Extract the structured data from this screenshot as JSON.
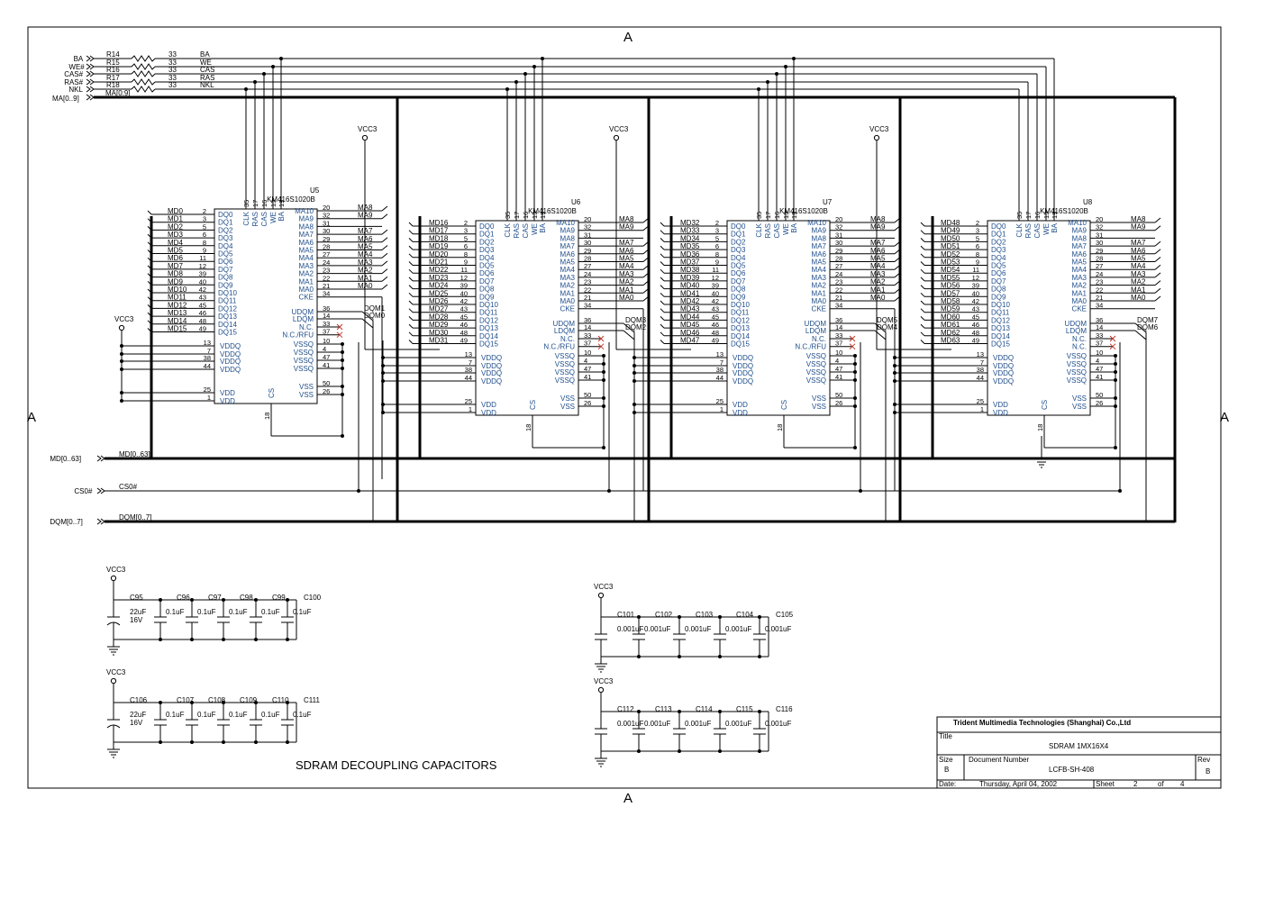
{
  "zone_marker": "A",
  "vcc_label": "VCC3",
  "left_inputs": [
    {
      "name": "BA",
      "res": "R14",
      "val": "33",
      "net": "BA"
    },
    {
      "name": "WE#",
      "res": "R15",
      "val": "33",
      "net": "WE"
    },
    {
      "name": "CAS#",
      "res": "R16",
      "val": "33",
      "net": "CAS"
    },
    {
      "name": "RAS#",
      "res": "R17",
      "val": "33",
      "net": "RAS"
    },
    {
      "name": "NKL",
      "res": "R18",
      "val": "33",
      "net": "NKL"
    }
  ],
  "ma_bus": {
    "port": "MA[0..9]",
    "net": "MA[0:9]"
  },
  "bottom_ports": [
    {
      "port": "MD[0..63]",
      "net": "MD[0..63]"
    },
    {
      "port": "CS0#",
      "net": "CS0#"
    },
    {
      "port": "DQM[0..7]",
      "net": "DQM[0..7]"
    }
  ],
  "chips": [
    {
      "ref": "U5",
      "part": "KM416S1020B",
      "md_start": 0,
      "dqm_hi": "DQM1",
      "dqm_lo": "DQM0"
    },
    {
      "ref": "U6",
      "part": "KM416S1020B",
      "md_start": 16,
      "dqm_hi": "DQM3",
      "dqm_lo": "DQM2"
    },
    {
      "ref": "U7",
      "part": "KM416S1020B",
      "md_start": 32,
      "dqm_hi": "DQM5",
      "dqm_lo": "DQM4"
    },
    {
      "ref": "U8",
      "part": "KM416S1020B",
      "md_start": 48,
      "dqm_hi": "DQM7",
      "dqm_lo": "DQM6"
    }
  ],
  "chip_pins": {
    "dq_nums": [
      "2",
      "3",
      "5",
      "6",
      "8",
      "9",
      "11",
      "12",
      "39",
      "40",
      "42",
      "43",
      "45",
      "46",
      "48",
      "49"
    ],
    "ctrl": [
      {
        "num": "35",
        "name": "CLK"
      },
      {
        "num": "17",
        "name": "RAS"
      },
      {
        "num": "16",
        "name": "CAS"
      },
      {
        "num": "15",
        "name": "WE"
      },
      {
        "num": "19",
        "name": "BA"
      }
    ],
    "right": [
      {
        "name": "MA10",
        "num": "20",
        "net": "MA8"
      },
      {
        "name": "MA9",
        "num": "32",
        "net": "MA9"
      },
      {
        "name": "MA8",
        "num": "31",
        "net": ""
      },
      {
        "name": "MA7",
        "num": "30",
        "net": "MA7"
      },
      {
        "name": "MA6",
        "num": "29",
        "net": "MA6"
      },
      {
        "name": "MA5",
        "num": "28",
        "net": "MA5"
      },
      {
        "name": "MA4",
        "num": "27",
        "net": "MA4"
      },
      {
        "name": "MA3",
        "num": "24",
        "net": "MA3"
      },
      {
        "name": "MA2",
        "num": "23",
        "net": "MA2"
      },
      {
        "name": "MA1",
        "num": "22",
        "net": "MA1"
      },
      {
        "name": "MA0",
        "num": "21",
        "net": "MA0"
      },
      {
        "name": "CKE",
        "num": "34",
        "net": ""
      }
    ],
    "dqm_pins": [
      {
        "name": "UDQM",
        "num": "36"
      },
      {
        "name": "LDQM",
        "num": "14"
      }
    ],
    "nc_pins": [
      {
        "name": "N.C.",
        "num": "33"
      },
      {
        "name": "N.C./RFU",
        "num": "37"
      }
    ],
    "nc_pins_u8": [
      {
        "name": "N.C.",
        "num": "33"
      },
      {
        "name": "N.C.",
        "num": "37"
      }
    ],
    "vddq": [
      {
        "name": "VDDQ",
        "num": "13"
      },
      {
        "name": "VDDQ",
        "num": "7"
      },
      {
        "name": "VDDQ",
        "num": "38"
      },
      {
        "name": "VDDQ",
        "num": "44"
      }
    ],
    "vdd": [
      {
        "name": "VDD",
        "num": "25"
      },
      {
        "name": "VDD",
        "num": "1"
      }
    ],
    "vssq": [
      {
        "name": "VSSQ",
        "num": "10"
      },
      {
        "name": "VSSQ",
        "num": "4"
      },
      {
        "name": "VSSQ",
        "num": "47"
      },
      {
        "name": "VSSQ",
        "num": "41"
      }
    ],
    "vss": [
      {
        "name": "VSS",
        "num": "50"
      },
      {
        "name": "VSS",
        "num": "26"
      }
    ],
    "cs": {
      "name": "CS",
      "num": "18"
    }
  },
  "cap_groups": [
    {
      "caps": [
        {
          "ref": "C95",
          "val": "22uF",
          "v": "16V"
        },
        {
          "ref": "C96",
          "val": "0.1uF"
        },
        {
          "ref": "C97",
          "val": "0.1uF"
        },
        {
          "ref": "C98",
          "val": "0.1uF"
        },
        {
          "ref": "C99",
          "val": "0.1uF"
        },
        {
          "ref": "C100",
          "val": "0.1uF"
        }
      ]
    },
    {
      "caps": [
        {
          "ref": "C106",
          "val": "22uF",
          "v": "16V"
        },
        {
          "ref": "C107",
          "val": "0.1uF"
        },
        {
          "ref": "C108",
          "val": "0.1uF"
        },
        {
          "ref": "C109",
          "val": "0.1uF"
        },
        {
          "ref": "C110",
          "val": "0.1uF"
        },
        {
          "ref": "C111",
          "val": "0.1uF"
        }
      ]
    },
    {
      "caps": [
        {
          "ref": "C101",
          "val": "0.001uF"
        },
        {
          "ref": "C102",
          "val": "0.001uF"
        },
        {
          "ref": "C103",
          "val": "0.001uF"
        },
        {
          "ref": "C104",
          "val": "0.001uF"
        },
        {
          "ref": "C105",
          "val": "0.001uF"
        }
      ]
    },
    {
      "caps": [
        {
          "ref": "C112",
          "val": "0.001uF"
        },
        {
          "ref": "C113",
          "val": "0.001uF"
        },
        {
          "ref": "C114",
          "val": "0.001uF"
        },
        {
          "ref": "C115",
          "val": "0.001uF"
        },
        {
          "ref": "C116",
          "val": "0.001uF"
        }
      ]
    }
  ],
  "decoupling_title": "SDRAM DECOUPLING CAPACITORS",
  "title_block": {
    "company": "Trident Multimedia Technologies (Shanghai) Co.,Ltd",
    "title_label": "Title",
    "title": "SDRAM 1MX16X4",
    "size_label": "Size",
    "size": "B",
    "docnum_label": "Document Number",
    "docnum": "LCFB-SH-408",
    "rev_label": "Rev",
    "rev": "B",
    "date_label": "Date:",
    "date": "Thursday, April 04, 2002",
    "sheet_label": "Sheet",
    "sheet": "2",
    "of_label": "of",
    "total": "4"
  }
}
